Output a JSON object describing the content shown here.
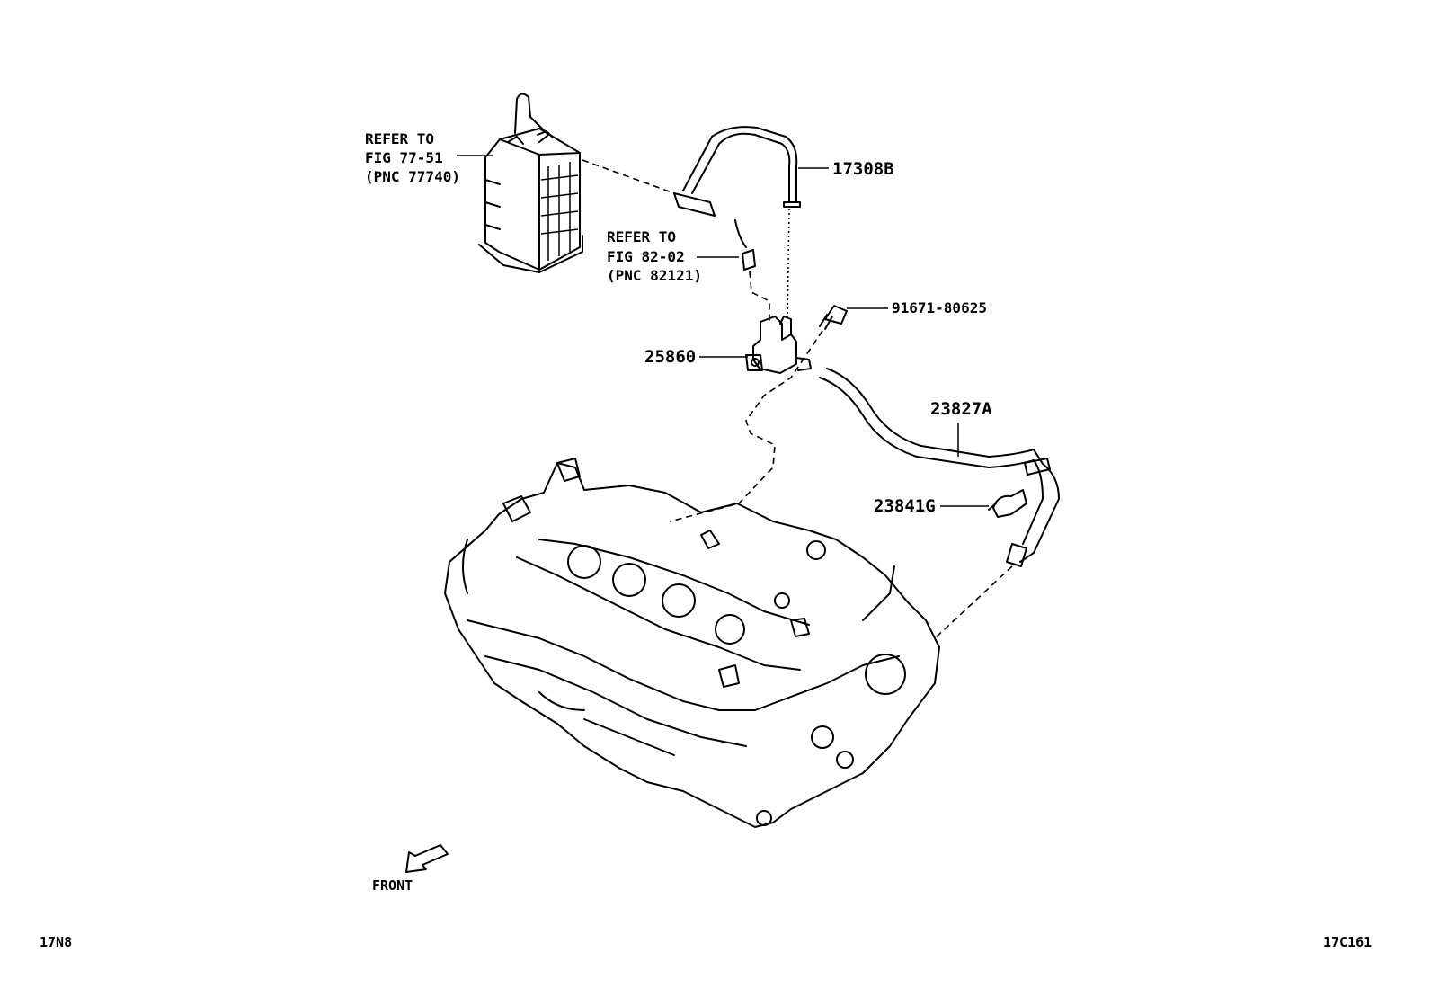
{
  "refs": {
    "canister": {
      "line1": "REFER TO",
      "line2": "FIG 77-51",
      "line3": "(PNC 77740)"
    },
    "connector": {
      "line1": "REFER TO",
      "line2": "FIG 82-02",
      "line3": "(PNC 82121)"
    }
  },
  "parts": {
    "hose_top": "17308B",
    "bolt": "91671-80625",
    "vsv": "25860",
    "hose_main": "23827A",
    "clamp": "23841G"
  },
  "front_label": "FRONT",
  "footer": {
    "left_code": "17N8",
    "right_code": "17C161"
  }
}
